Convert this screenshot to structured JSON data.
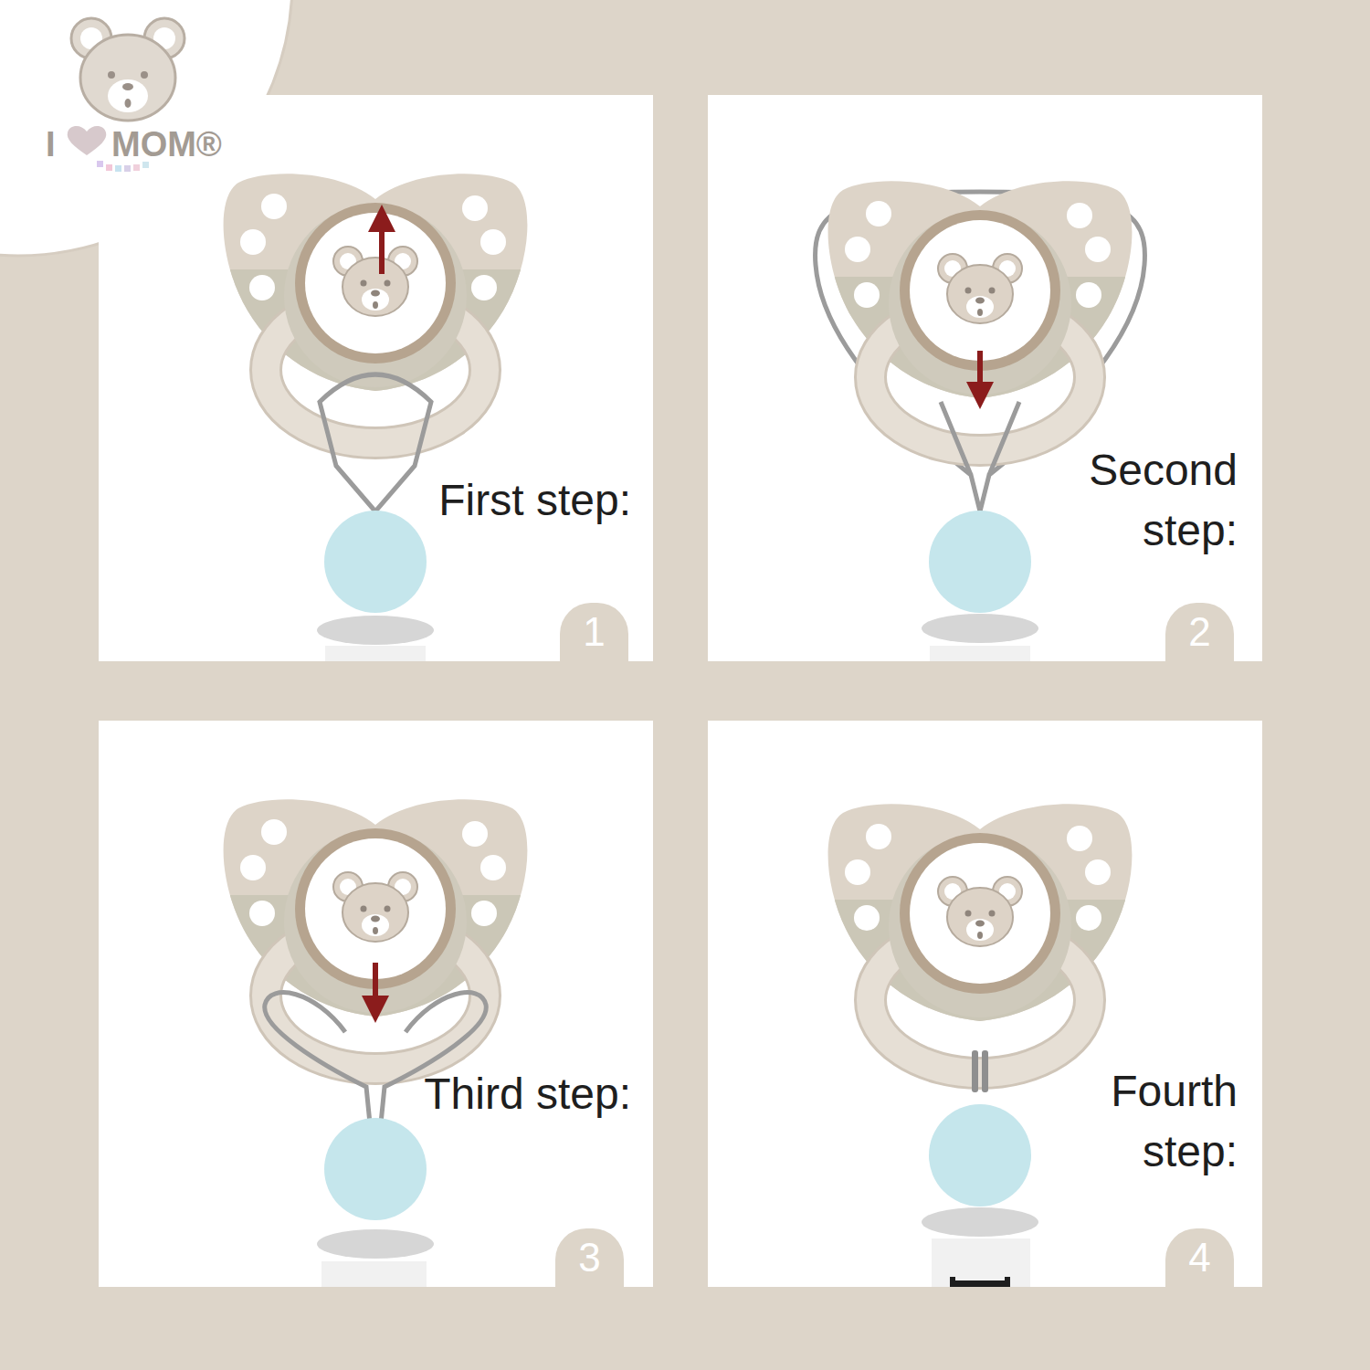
{
  "diagram": {
    "nodes": [
      {
        "text": [
          "First step:"
        ]
      },
      {
        "text": [
          "1"
        ],
        "in": 0
      },
      {
        "text": [
          "Second step:"
        ]
      },
      {
        "text": [
          "2"
        ],
        "in": 2
      },
      {
        "text": [
          "Third step:"
        ]
      },
      {
        "text": [
          "3"
        ],
        "in": 4
      },
      {
        "text": [
          "Fourth step:"
        ]
      },
      {
        "text": [
          "4"
        ],
        "in": 6
      }
    ],
    "labels": [
      "I",
      "MOM®"
    ]
  }
}
